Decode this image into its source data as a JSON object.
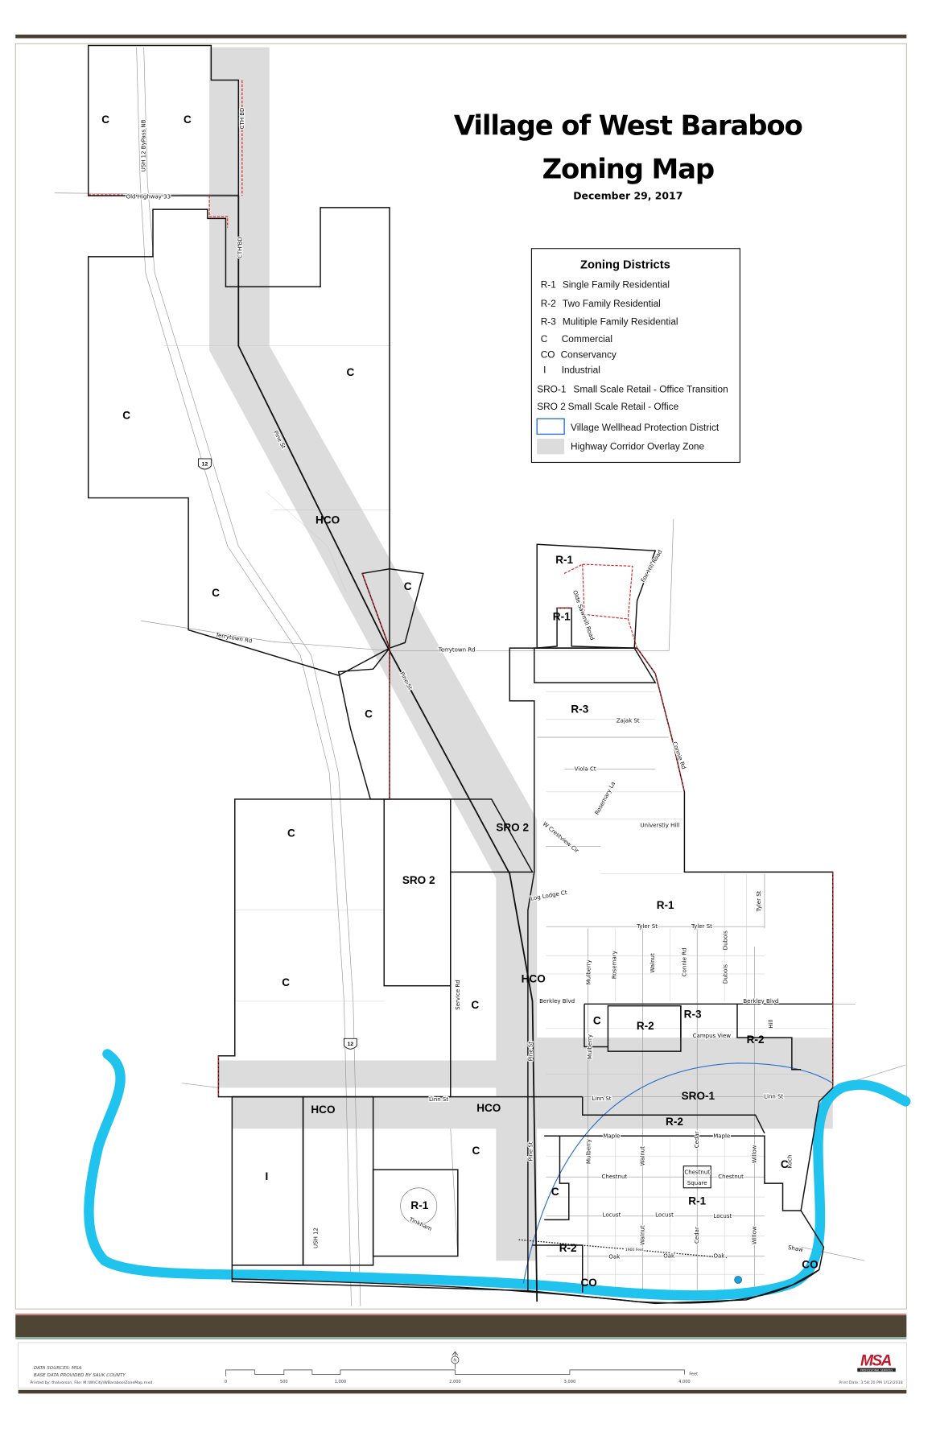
{
  "title": {
    "line1": "Village of West Baraboo",
    "line2": "Zoning Map",
    "date": "December 29, 2017"
  },
  "legend": {
    "heading": "Zoning Districts",
    "items": [
      {
        "code": "R-1",
        "desc": "Single Family Residential"
      },
      {
        "code": "R-2",
        "desc": "Two Family Residential"
      },
      {
        "code": "R-3",
        "desc": "Mulitiple Family Residential"
      },
      {
        "code": "C",
        "desc": "Commercial"
      },
      {
        "code": "CO",
        "desc": "Conservancy"
      },
      {
        "code": "I",
        "desc": "Industrial"
      },
      {
        "code": "SRO-1",
        "desc": "Small Scale Retail - Office Transition"
      },
      {
        "code": "SRO 2",
        "desc": "Small Scale Retail - Office"
      }
    ],
    "symbols": [
      {
        "label": "Village Wellhead Protection District",
        "color": "#2a6fc9"
      },
      {
        "label": "Highway Corridor Overlay Zone",
        "color": "#dcdcdc"
      }
    ]
  },
  "colors": {
    "river": "#1fc3ee",
    "corridor": "#dcdcdc",
    "boundary": "#111111",
    "annexation": "#d62020",
    "wellhead": "#2a6fc9",
    "frame": "#4f4535"
  },
  "zone_labels": [
    "C",
    "C",
    "C",
    "C",
    "C",
    "C",
    "C",
    "C",
    "C",
    "C",
    "C",
    "C",
    "C",
    "C",
    "HCO",
    "HCO",
    "HCO",
    "HCO",
    "SRO 2",
    "SRO 2",
    "R-1",
    "R-1",
    "R-1",
    "R-1",
    "R-1",
    "R-3",
    "R-3",
    "R-2",
    "R-2",
    "R-2",
    "R-2",
    "SRO-1",
    "I",
    "CO",
    "CO"
  ],
  "street_labels": [
    "Old Highway 33",
    "USH 12 ByPass NB",
    "CTH BD",
    "CTH BD",
    "Pine St",
    "Pine St",
    "Pine St",
    "Pine St",
    "Terrytown Rd",
    "Terrytown Rd",
    "Olde Sawmill Road",
    "Fox Hill Road",
    "Zajak St",
    "Connie Rd",
    "Connie Rd",
    "Viola Ct",
    "Rosemary La",
    "Universtiy Hill",
    "W Crestview Cir",
    "Log Lodge Ct",
    "Tyler St",
    "Tyler St",
    "Tyler St",
    "Dubois",
    "Dubois",
    "Rosemary",
    "Walnut",
    "Walnut",
    "Walnut",
    "Mulberry",
    "Mulberry",
    "Mulberry",
    "Service Rd",
    "Berkley Blvd",
    "Berkley Blvd",
    "Campus View",
    "Hill",
    "Linn St",
    "Linn St",
    "Linn St",
    "Maple",
    "Maple",
    "Cedar",
    "Cedar",
    "Willow",
    "Willow",
    "Koch",
    "Chestnut",
    "Chestnut",
    "Chestnut",
    "Square",
    "Locust",
    "Locust",
    "Locust",
    "Oak",
    "Oak",
    "Oak",
    "Shaw",
    "Tinkham",
    "USH 12",
    "1900 Feet"
  ],
  "shields": [
    "12",
    "12"
  ],
  "footer": {
    "source1": "DATA SOURCES: MSA",
    "source2": "BASE DATA PROVIDED BY SAUK COUNTY",
    "printed_by": "Printed by: thalvorson, File: M:\\WI\\City\\WBaraboo\\ZoneMap.mxd",
    "scale_ticks": [
      "0",
      "500",
      "1,000",
      "2,000",
      "3,000",
      "4,000"
    ],
    "scale_unit": "Feet",
    "north": "N",
    "logo": "MSA",
    "logo_sub": "PROFESSIONAL SERVICES",
    "print_date": "Print Date: 3:58:20 PM 1/12/2018"
  }
}
